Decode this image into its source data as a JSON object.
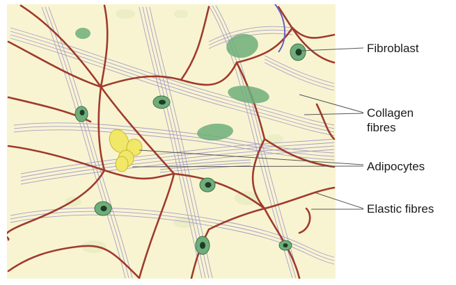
{
  "labels": {
    "fibroblast": "Fibroblast",
    "collagen_line1": "Collagen",
    "collagen_line2": "fibres",
    "adipocytes": "Adipocytes",
    "elastic": "Elastic fibres"
  },
  "colors": {
    "background": "#f8f4d2",
    "elastic_fibre": "#a03a2c",
    "collagen_fibre": "#8f86b8",
    "fibroblast_cell": "#6fae7a",
    "fibroblast_nucleus": "#1f3a28",
    "adipocyte": "#f1e86a",
    "leader_line": "#555555"
  }
}
